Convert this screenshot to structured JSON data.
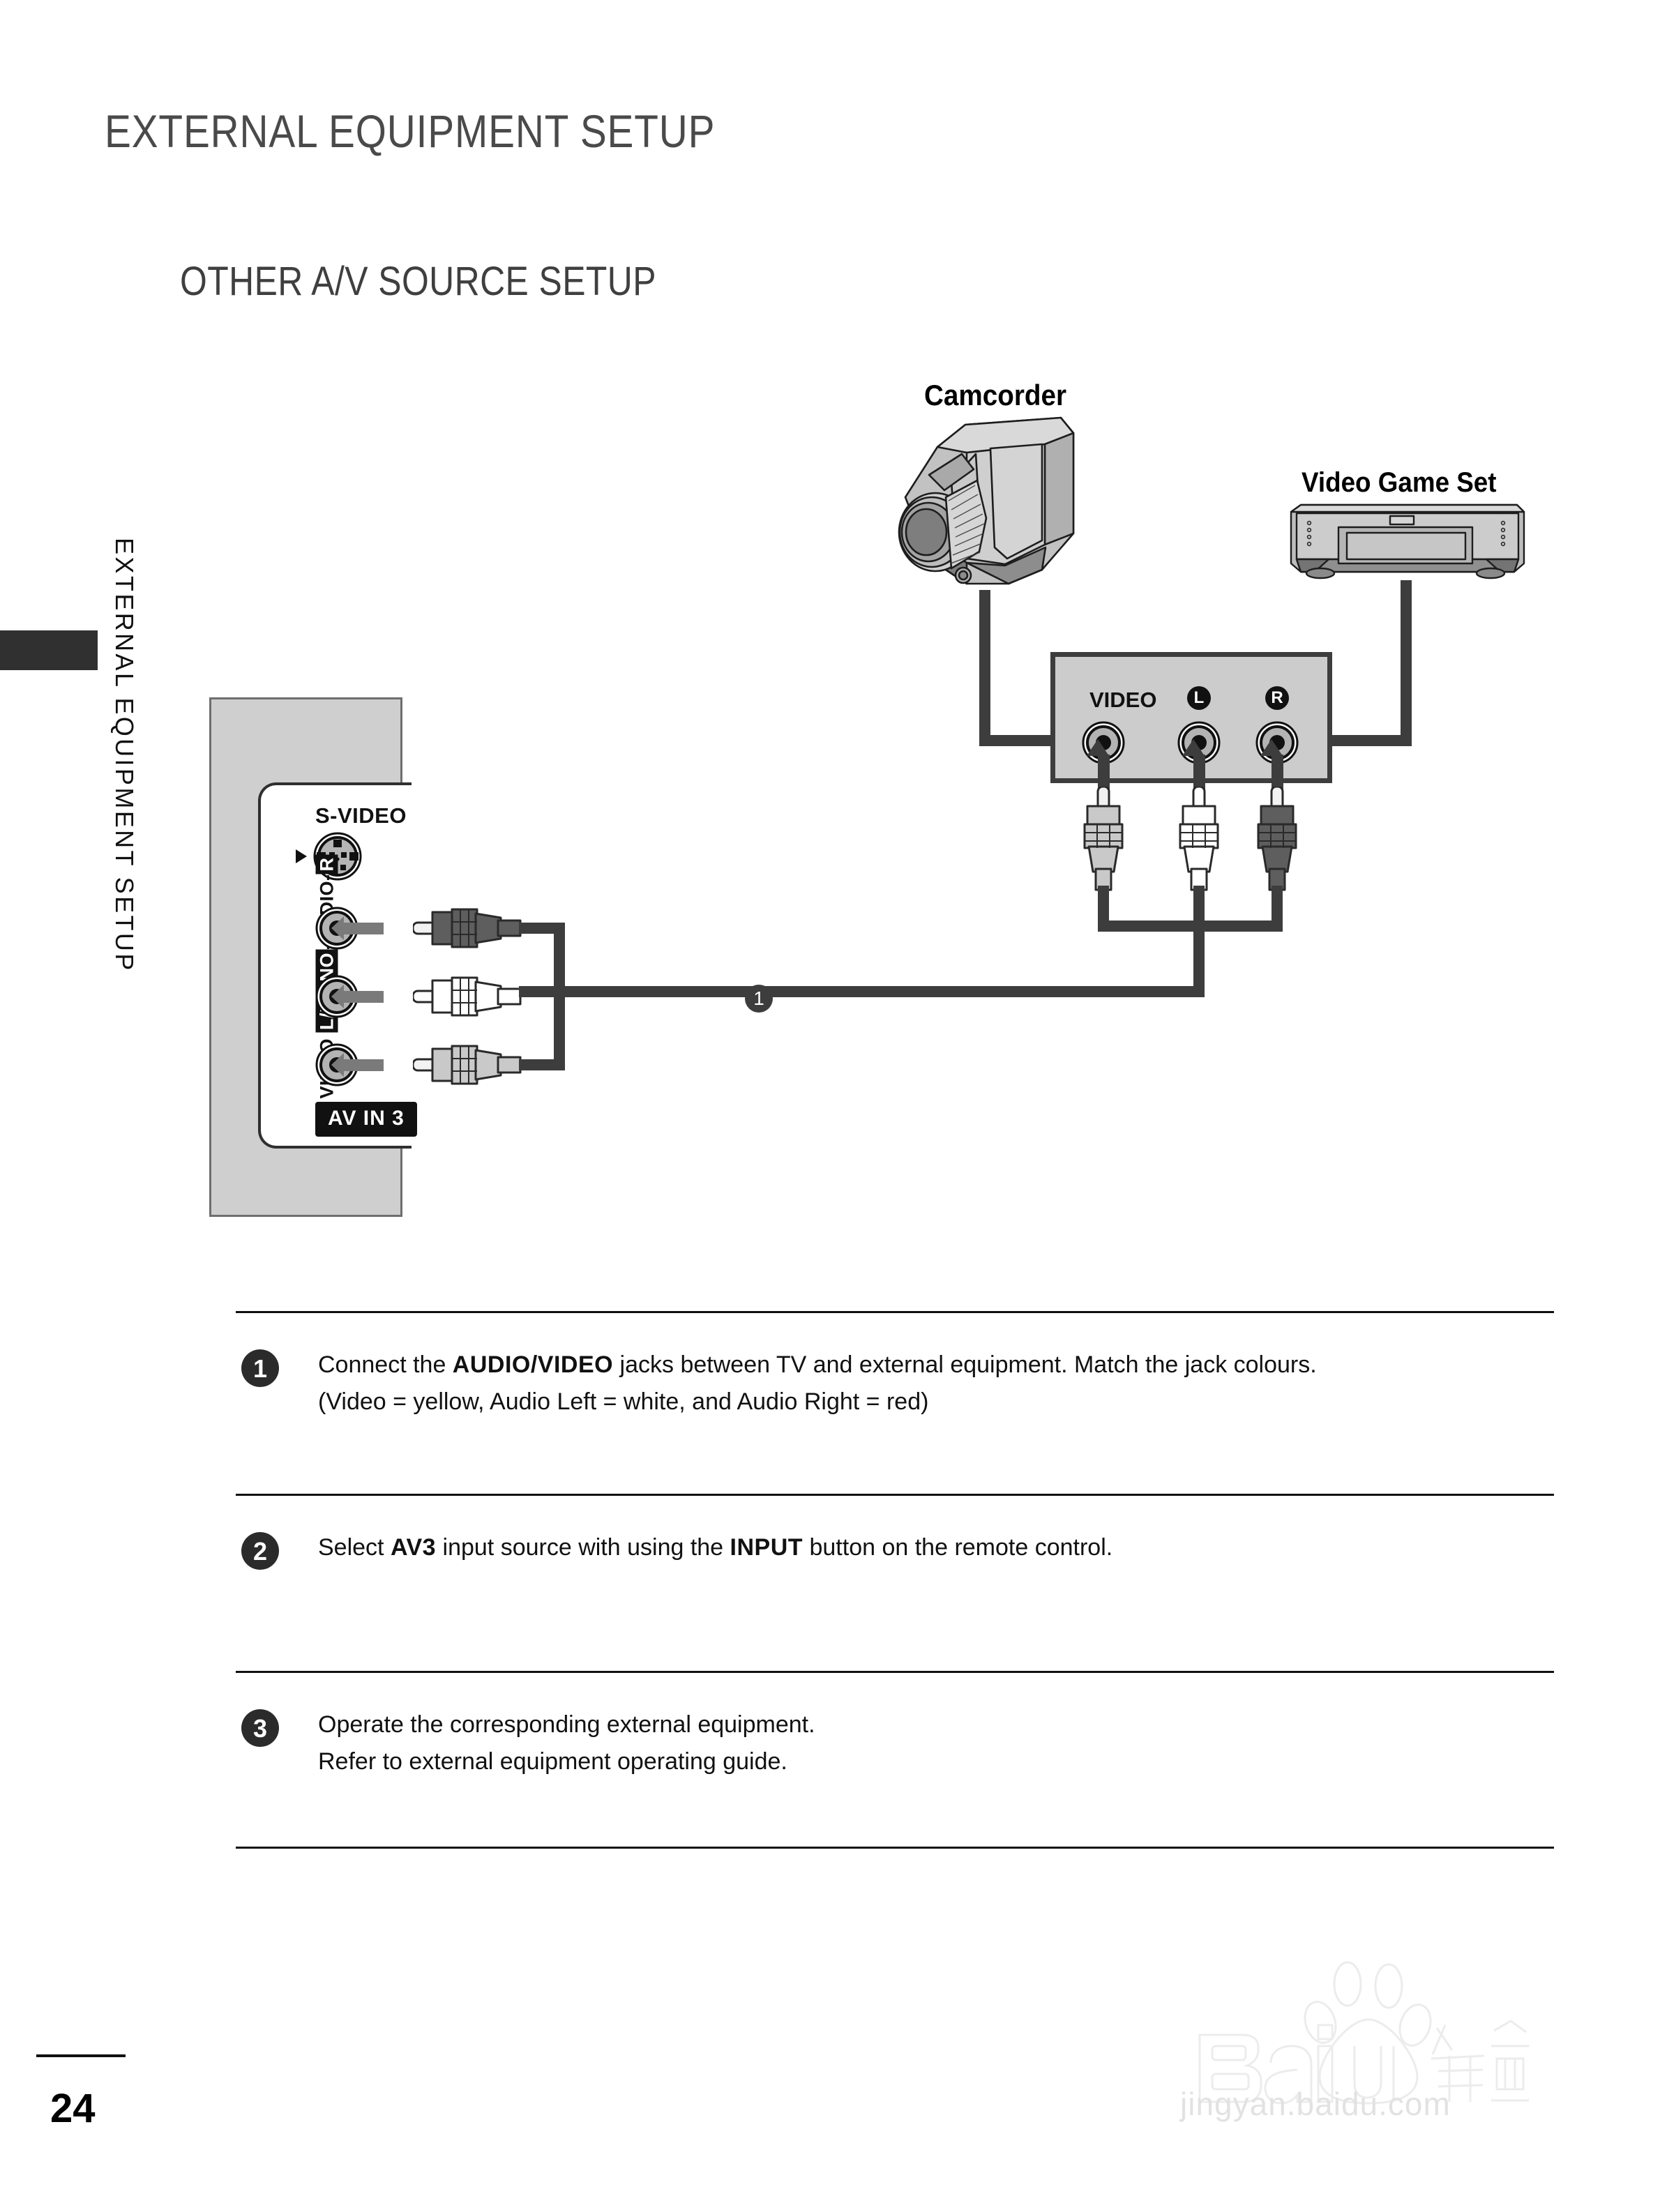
{
  "header": {
    "page_title": "EXTERNAL EQUIPMENT SETUP",
    "section_title": "OTHER A/V SOURCE SETUP",
    "side_tab_label": "EXTERNAL EQUIPMENT SETUP"
  },
  "diagram": {
    "camcorder_label": "Camcorder",
    "game_set_label": "Video Game Set",
    "cable_marker": "1",
    "tv_panel": {
      "svideo_label": "S-VIDEO",
      "legend_prefix": "VIDEO ",
      "legend_lmono": "L/MONO",
      "legend_mid": "-AUDIO-",
      "legend_r": "R",
      "av_in_badge": "AV IN 3"
    },
    "av_box": {
      "video_label": "VIDEO",
      "left_label": "L",
      "right_label": "R"
    },
    "colors": {
      "panel_fill": "#cfcfcf",
      "box_fill": "#cccccc",
      "cable": "#3d3d3d",
      "plug_red": "#5e5e5e",
      "plug_white": "#ffffff",
      "plug_yellow": "#c9c9c9"
    }
  },
  "steps": [
    {
      "num": "1",
      "lines": [
        {
          "parts": [
            {
              "t": "Connect the ",
              "b": false
            },
            {
              "t": "AUDIO/VIDEO",
              "b": true
            },
            {
              "t": " jacks  between TV and external equipment. Match the jack colours.",
              "b": false
            }
          ]
        },
        {
          "parts": [
            {
              "t": "(Video = yellow, Audio Left = white, and Audio Right = red)",
              "b": false
            }
          ]
        }
      ]
    },
    {
      "num": "2",
      "lines": [
        {
          "parts": [
            {
              "t": "Select ",
              "b": false
            },
            {
              "t": "AV3",
              "b": true
            },
            {
              "t": " input source with using the ",
              "b": false
            },
            {
              "t": "INPUT",
              "b": true
            },
            {
              "t": " button on the remote control.",
              "b": false
            }
          ]
        }
      ]
    },
    {
      "num": "3",
      "lines": [
        {
          "parts": [
            {
              "t": "Operate the corresponding external equipment.",
              "b": false
            }
          ]
        },
        {
          "parts": [
            {
              "t": "Refer to external equipment operating guide.",
              "b": false
            }
          ]
        }
      ]
    }
  ],
  "footer": {
    "page_number": "24",
    "watermark_brand": "Baidu",
    "watermark_cn": "经验",
    "watermark_url": "jingyan.baidu.com"
  }
}
